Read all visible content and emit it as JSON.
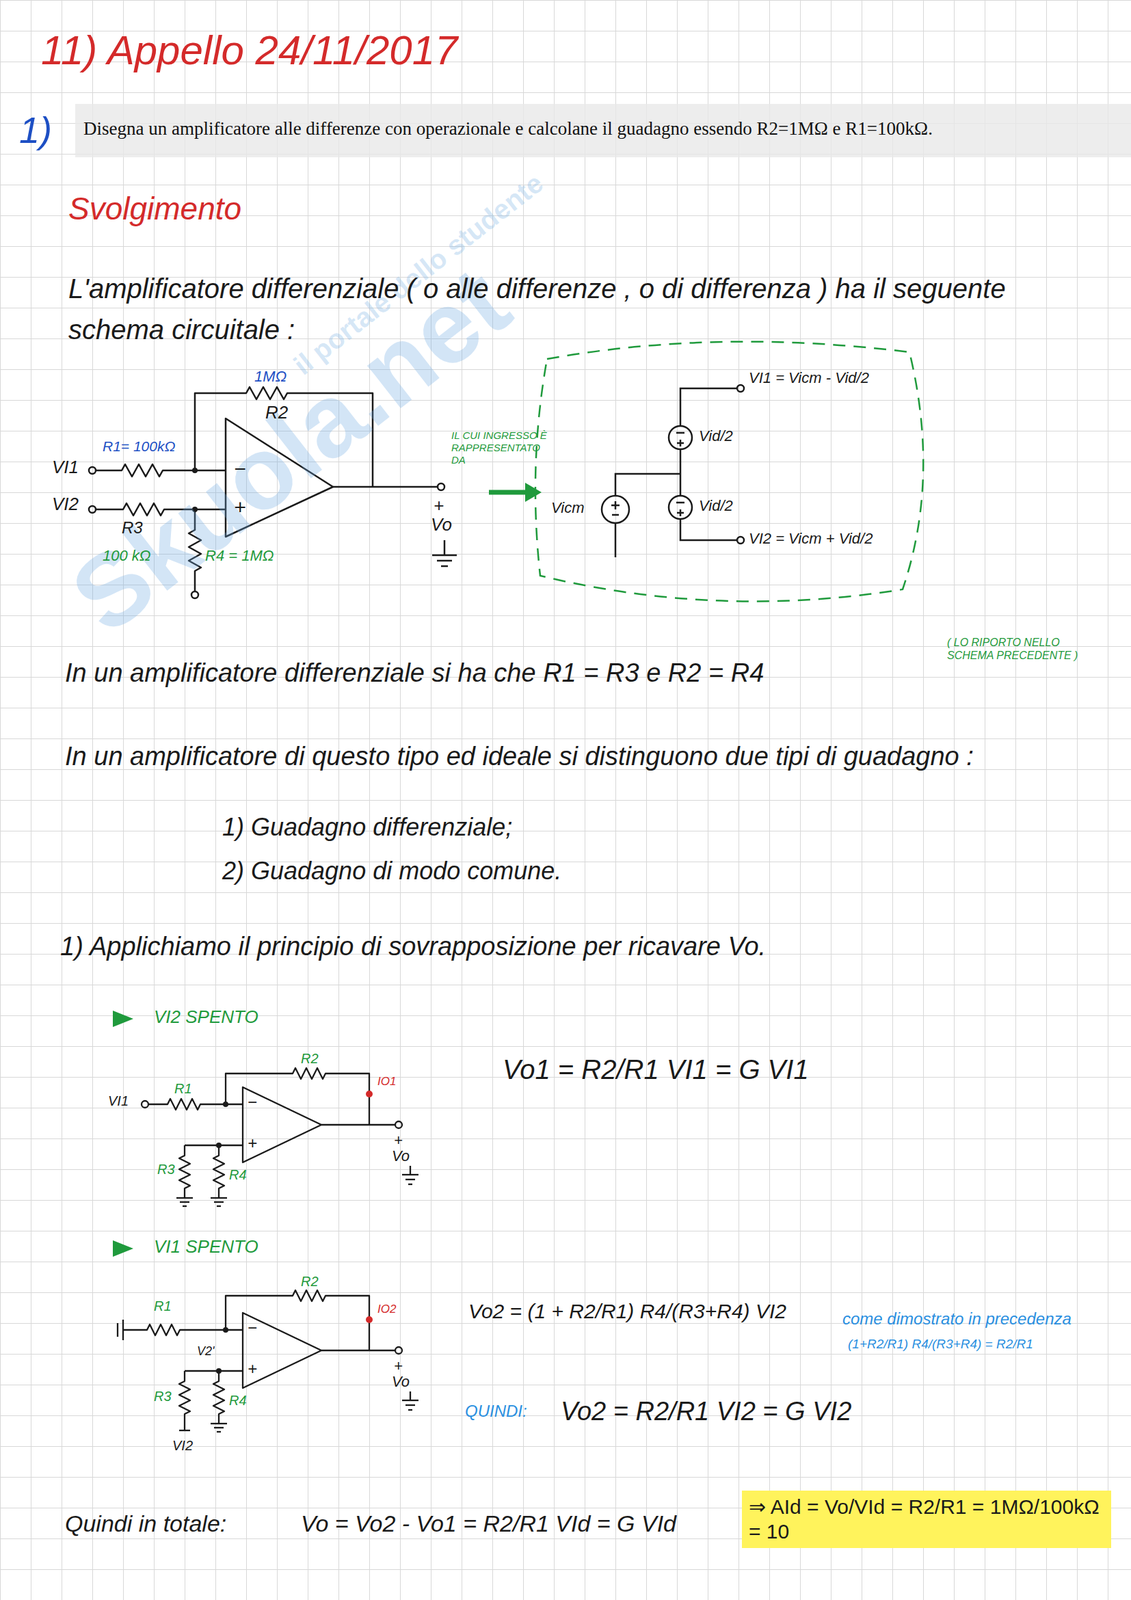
{
  "diagram": {
    "title": "11) Appello 24/11/2017",
    "labels": [
      "1)",
      "Disegna un amplificatore alle differenze con operazionale e calcolane il guadagno essendo R2=1MΩ e R1=100kΩ.",
      "Skuola.net",
      "il portale dello studente",
      "Svolgimento",
      "L'amplificatore differenziale ( o alle differenze , o di differenza ) ha il seguente schema circuitale :",
      "1MΩ",
      "R2",
      "R1= 100kΩ",
      "VI1",
      "VI2",
      "−",
      "+",
      "R3",
      "100 kΩ",
      "R4 = 1MΩ",
      "+",
      "Vo",
      "IL CUI INGRESSO È RAPPRESENTATO DA",
      "VI1 = Vicm - Vid/2",
      "Vid/2",
      "Vicm",
      "Vid/2",
      "VI2 = Vicm + Vid/2",
      "( LO RIPORTO NELLO SCHEMA PRECEDENTE )",
      "In un amplificatore differenziale si ha che R1 = R3 e R2 = R4",
      "In un amplificatore di questo tipo ed ideale si distinguono due tipi di guadagno :",
      "1) Guadagno differenziale;",
      "2) Guadagno di modo comune.",
      "1) Applichiamo il principio di sovrapposizione per ricavare Vo.",
      "VI2 SPENTO",
      "VI1",
      "R1",
      "R2",
      "IO1",
      "−",
      "+",
      "R3",
      "R4",
      "+",
      "Vo",
      "Vo1 = R2/R1 VI1 = G VI1",
      "VI1 SPENTO",
      "R1",
      "R2",
      "IO2",
      "−",
      "+",
      "V2'",
      "R3",
      "R4",
      "VI2",
      "+",
      "Vo",
      "Vo2 = (1 + R2/R1) R4/(R3+R4) VI2",
      "come dimostrato in precedenza",
      "(1+R2/R1) R4/(R3+R4) = R2/R1",
      "QUINDI:",
      "Vo2 = R2/R1 VI2 = G VI2",
      "Quindi in totale:",
      "Vo = Vo2 - Vo1 = R2/R1 VId = G VId",
      "⇒ AId = Vo/VId = R2/R1 = 1MΩ/100kΩ = 10"
    ]
  }
}
